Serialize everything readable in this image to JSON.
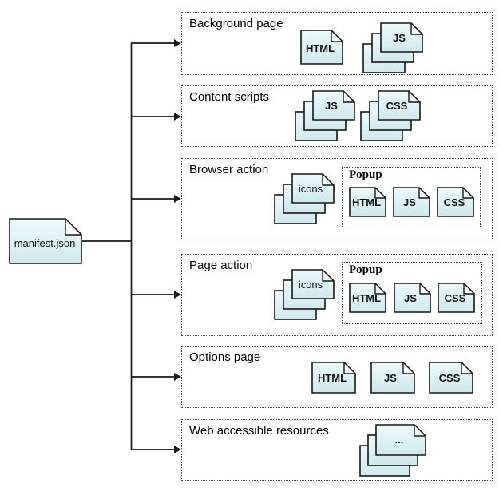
{
  "manifest": {
    "label": "manifest.json"
  },
  "boxes": {
    "background_page": {
      "label": "Background page",
      "html": "HTML",
      "js": "JS"
    },
    "content_scripts": {
      "label": "Content scripts",
      "js": "JS",
      "css": "CSS"
    },
    "browser_action": {
      "label": "Browser action",
      "icons": "icons",
      "popup": {
        "label": "Popup",
        "html": "HTML",
        "js": "JS",
        "css": "CSS"
      }
    },
    "page_action": {
      "label": "Page action",
      "icons": "icons",
      "popup": {
        "label": "Popup",
        "html": "HTML",
        "js": "JS",
        "css": "CSS"
      }
    },
    "options_page": {
      "label": "Options page",
      "html": "HTML",
      "js": "JS",
      "css": "CSS"
    },
    "web_accessible_resources": {
      "label": "Web accessible resources",
      "stack": "..."
    }
  },
  "connections": {
    "from": "manifest.json",
    "to": [
      "Background page",
      "Content scripts",
      "Browser action",
      "Page action",
      "Options page",
      "Web accessible resources"
    ]
  },
  "colors": {
    "file_fill_top": "#ecfafb",
    "file_fill_bottom": "#cfe9ee",
    "stroke": "#161616",
    "dotted_border": "#3c3c3c",
    "background": "#ffffff"
  }
}
